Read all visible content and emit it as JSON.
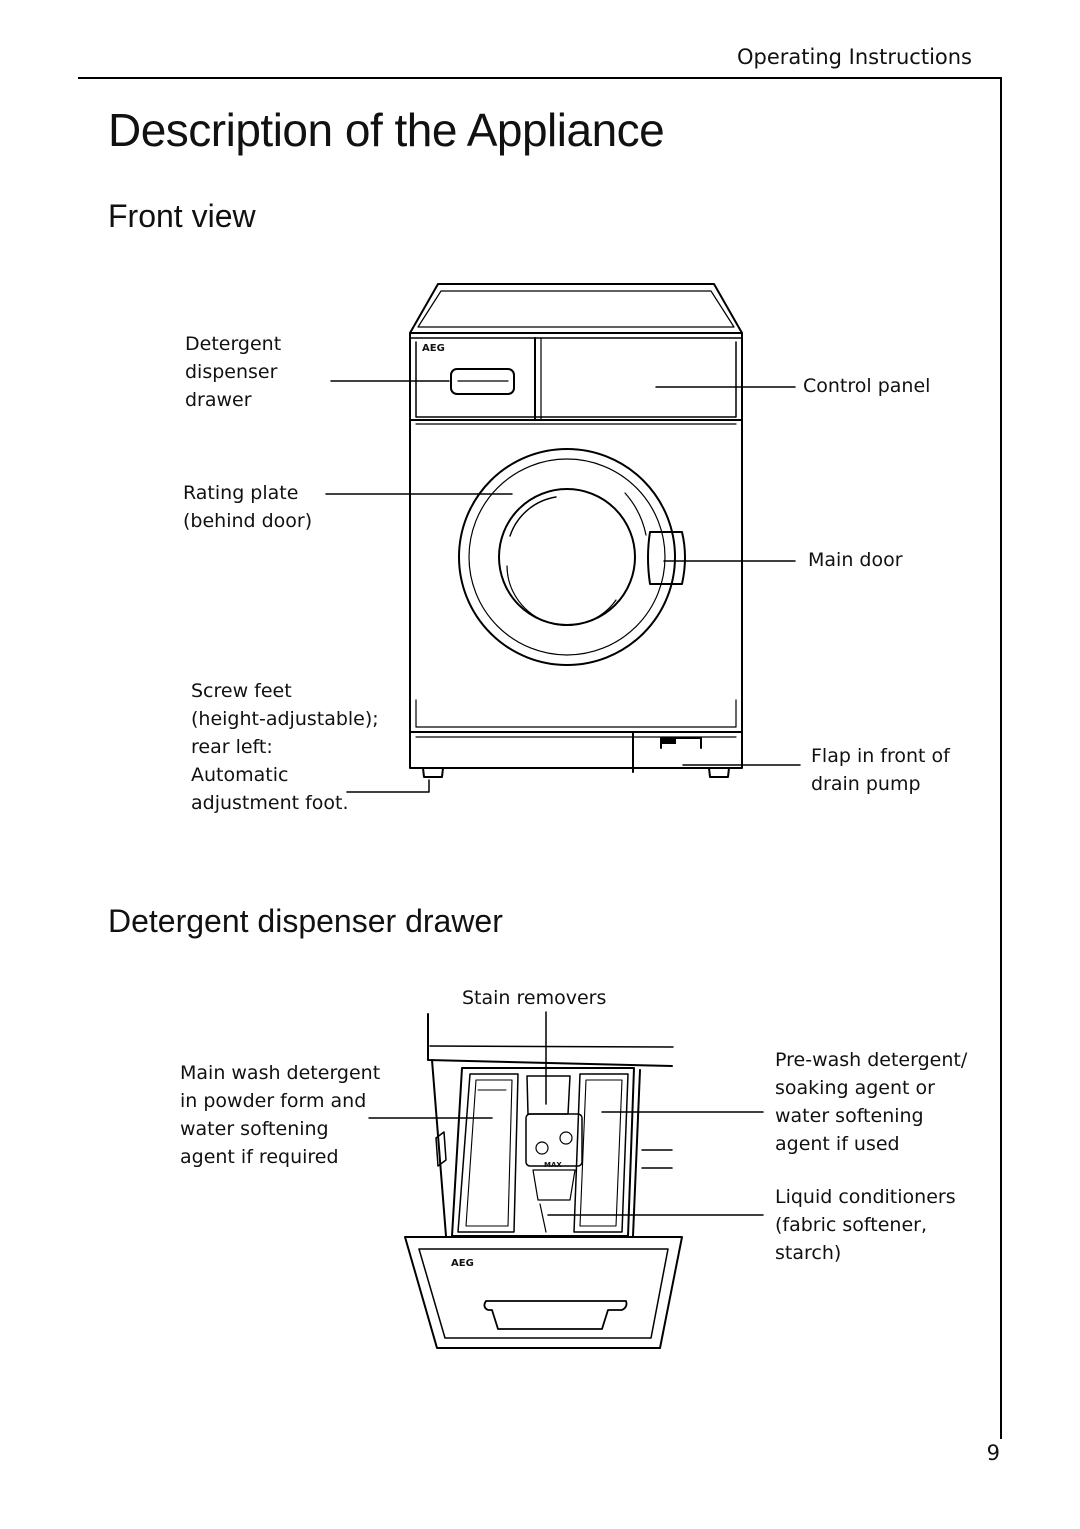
{
  "header": {
    "running_title": "Operating Instructions"
  },
  "title": "Description of the Appliance",
  "front_view": {
    "heading": "Front view",
    "brand_mark": "AEG",
    "labels": {
      "detergent_drawer": "Detergent\ndispenser\ndrawer",
      "rating_plate": "Rating plate\n(behind door)",
      "screw_feet": "Screw feet\n(height-adjustable);\nrear left:\nAutomatic\nadjustment foot.",
      "control_panel": "Control panel",
      "main_door": "Main door",
      "drain_flap": "Flap in front of\ndrain pump"
    }
  },
  "drawer_view": {
    "heading": "Detergent dispenser drawer",
    "brand_mark": "AEG",
    "max_mark": "MAX",
    "labels": {
      "stain_removers": "Stain removers",
      "main_wash": "Main wash detergent\nin powder form and\nwater softening\nagent if required",
      "prewash": "Pre-wash detergent/\nsoaking agent or\nwater softening\nagent if used",
      "liquid_conditioners": "Liquid conditioners\n(fabric softener,\nstarch)"
    }
  },
  "page_number": "9"
}
